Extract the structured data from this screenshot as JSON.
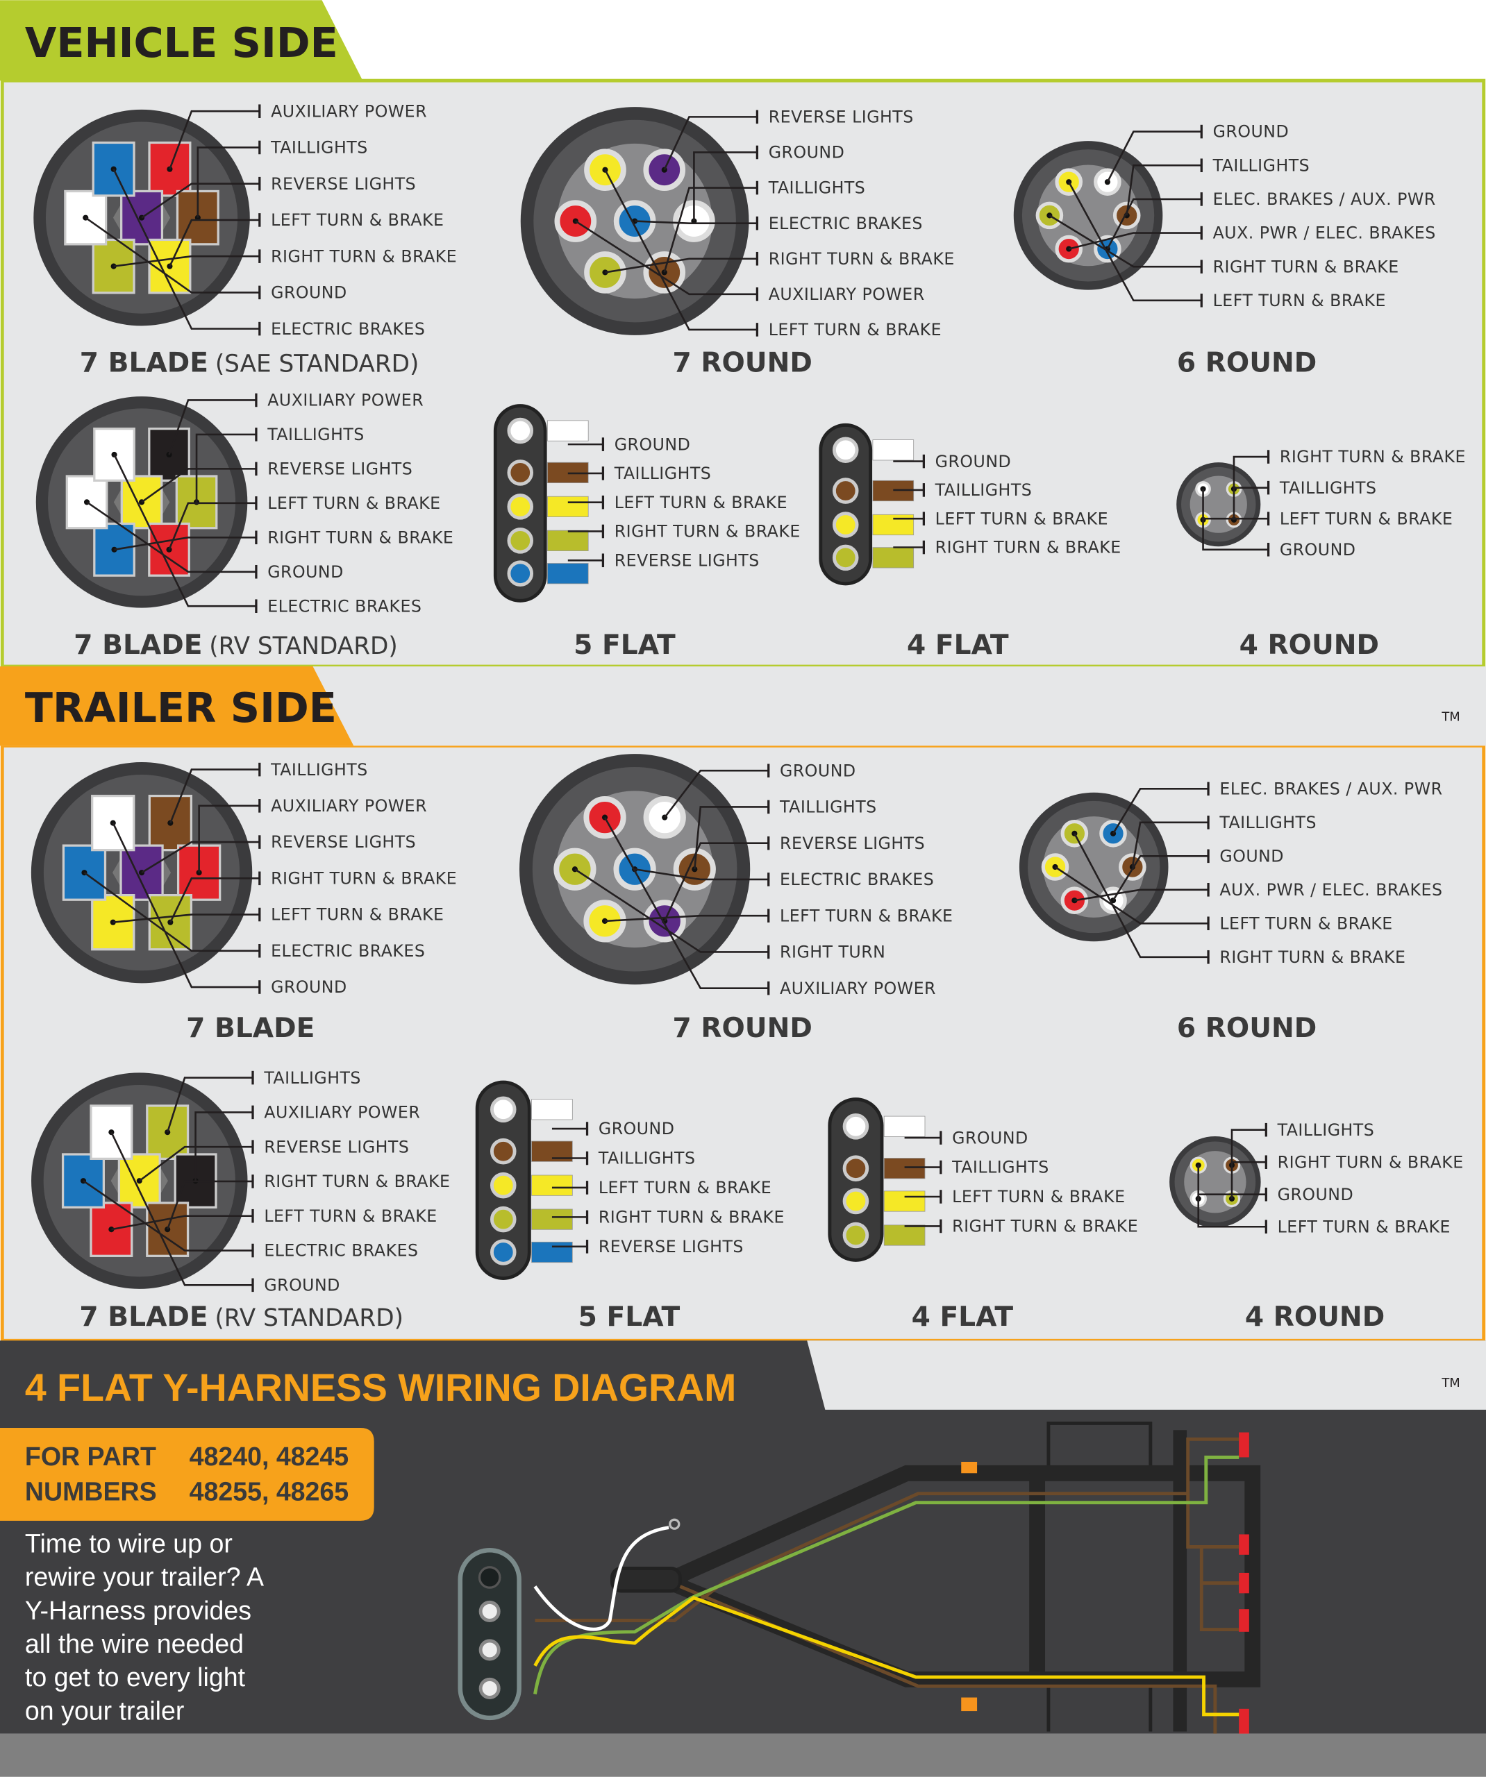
{
  "colors": {
    "vehicle_accent": "#b5cc2e",
    "trailer_accent": "#f7a21b",
    "panel_bg": "#e6e7e8",
    "dark_bg": "#3f3f41",
    "white": "#ffffff",
    "brown": "#7b4a21",
    "yellow": "#f5e826",
    "green": "#b8bd2c",
    "blue": "#1b75bc",
    "red": "#e3242b",
    "black": "#231f20",
    "purple": "#5b2a86"
  },
  "vehicle": {
    "heading": "VEHICLE SIDE",
    "connectors": [
      {
        "title": "7 BLADE",
        "subtitle": "(SAE STANDARD)",
        "type": "blade",
        "labels": [
          "AUXILIARY POWER",
          "TAILLIGHTS",
          "REVERSE LIGHTS",
          "LEFT TURN & BRAKE",
          "RIGHT TURN & BRAKE",
          "GROUND",
          "ELECTRIC BRAKES"
        ],
        "pins": [
          "red",
          "brown",
          "purple",
          "yellow",
          "green",
          "white",
          "blue"
        ]
      },
      {
        "title": "7 ROUND",
        "subtitle": "",
        "type": "round",
        "labels": [
          "REVERSE LIGHTS",
          "GROUND",
          "TAILLIGHTS",
          "ELECTRIC BRAKES",
          "RIGHT TURN & BRAKE",
          "AUXILIARY POWER",
          "LEFT TURN & BRAKE"
        ],
        "pins": [
          "purple",
          "white",
          "brown",
          "blue",
          "green",
          "red",
          "yellow"
        ]
      },
      {
        "title": "6 ROUND",
        "subtitle": "",
        "type": "round",
        "labels": [
          "GROUND",
          "TAILLIGHTS",
          "ELEC. BRAKES / AUX. PWR",
          "AUX. PWR / ELEC. BRAKES",
          "RIGHT TURN & BRAKE",
          "LEFT TURN & BRAKE"
        ],
        "pins": [
          "white",
          "brown",
          "blue",
          "red",
          "green",
          "yellow"
        ]
      },
      {
        "title": "7 BLADE",
        "subtitle": "(RV STANDARD)",
        "type": "blade",
        "labels": [
          "AUXILIARY POWER",
          "TAILLIGHTS",
          "REVERSE LIGHTS",
          "LEFT TURN & BRAKE",
          "RIGHT TURN & BRAKE",
          "GROUND",
          "ELECTRIC BRAKES"
        ],
        "pins": [
          "black",
          "green",
          "yellow",
          "red",
          "blue",
          "white",
          "white"
        ]
      },
      {
        "title": "5 FLAT",
        "subtitle": "",
        "type": "flat",
        "labels": [
          "GROUND",
          "TAILLIGHTS",
          "LEFT TURN & BRAKE",
          "RIGHT TURN & BRAKE",
          "REVERSE LIGHTS"
        ],
        "pins": [
          "white",
          "brown",
          "yellow",
          "green",
          "blue"
        ]
      },
      {
        "title": "4 FLAT",
        "subtitle": "",
        "type": "flat",
        "labels": [
          "GROUND",
          "TAILLIGHTS",
          "LEFT TURN & BRAKE",
          "RIGHT TURN & BRAKE"
        ],
        "pins": [
          "white",
          "brown",
          "yellow",
          "green"
        ]
      },
      {
        "title": "4 ROUND",
        "subtitle": "",
        "type": "round",
        "labels": [
          "RIGHT TURN & BRAKE",
          "TAILLIGHTS",
          "LEFT TURN & BRAKE",
          "GROUND"
        ],
        "pins": [
          "green",
          "brown",
          "yellow",
          "white"
        ]
      }
    ]
  },
  "trailer": {
    "heading": "TRAILER SIDE",
    "trademark": "TM",
    "connectors": [
      {
        "title": "7 BLADE",
        "subtitle": "",
        "type": "blade",
        "labels": [
          "TAILLIGHTS",
          "AUXILIARY POWER",
          "REVERSE LIGHTS",
          "RIGHT TURN & BRAKE",
          "LEFT TURN & BRAKE",
          "ELECTRIC BRAKES",
          "GROUND"
        ],
        "pins": [
          "brown",
          "red",
          "purple",
          "green",
          "yellow",
          "blue",
          "white"
        ]
      },
      {
        "title": "7 ROUND",
        "subtitle": "",
        "type": "round",
        "labels": [
          "GROUND",
          "TAILLIGHTS",
          "REVERSE LIGHTS",
          "ELECTRIC BRAKES",
          "LEFT TURN & BRAKE",
          "RIGHT TURN",
          "AUXILIARY POWER"
        ],
        "pins": [
          "white",
          "brown",
          "purple",
          "blue",
          "yellow",
          "green",
          "red"
        ]
      },
      {
        "title": "6 ROUND",
        "subtitle": "",
        "type": "round",
        "labels": [
          "ELEC. BRAKES / AUX. PWR",
          "TAILLIGHTS",
          "GOUND",
          "AUX. PWR / ELEC. BRAKES",
          "LEFT TURN & BRAKE",
          "RIGHT TURN & BRAKE"
        ],
        "pins": [
          "blue",
          "brown",
          "white",
          "red",
          "yellow",
          "green"
        ]
      },
      {
        "title": "7 BLADE",
        "subtitle": "(RV STANDARD)",
        "type": "blade",
        "labels": [
          "TAILLIGHTS",
          "AUXILIARY POWER",
          "REVERSE LIGHTS",
          "RIGHT TURN & BRAKE",
          "LEFT TURN & BRAKE",
          "ELECTRIC BRAKES",
          "GROUND"
        ],
        "pins": [
          "green",
          "black",
          "yellow",
          "brown",
          "red",
          "blue",
          "white"
        ]
      },
      {
        "title": "5 FLAT",
        "subtitle": "",
        "type": "flat",
        "labels": [
          "GROUND",
          "TAILLIGHTS",
          "LEFT TURN & BRAKE",
          "RIGHT TURN & BRAKE",
          "REVERSE LIGHTS"
        ],
        "pins": [
          "white",
          "brown",
          "yellow",
          "green",
          "blue"
        ]
      },
      {
        "title": "4 FLAT",
        "subtitle": "",
        "type": "flat",
        "labels": [
          "GROUND",
          "TAILLIGHTS",
          "LEFT TURN & BRAKE",
          "RIGHT TURN & BRAKE"
        ],
        "pins": [
          "white",
          "brown",
          "yellow",
          "green"
        ]
      },
      {
        "title": "4 ROUND",
        "subtitle": "",
        "type": "round",
        "labels": [
          "TAILLIGHTS",
          "RIGHT TURN & BRAKE",
          "GROUND",
          "LEFT TURN & BRAKE"
        ],
        "pins": [
          "brown",
          "green",
          "white",
          "yellow"
        ]
      }
    ]
  },
  "harness": {
    "heading": "4 FLAT Y-HARNESS WIRING DIAGRAM",
    "trademark": "TM",
    "part_label_1": "FOR PART",
    "part_numbers_1": "48240, 48245",
    "part_label_2": "NUMBERS",
    "part_numbers_2": "48255, 48265",
    "body_lines": [
      "Time to wire up or",
      "rewire your trailer? A",
      "Y-Harness provides",
      "all the wire needed",
      "to get to every light",
      "on your trailer"
    ]
  }
}
